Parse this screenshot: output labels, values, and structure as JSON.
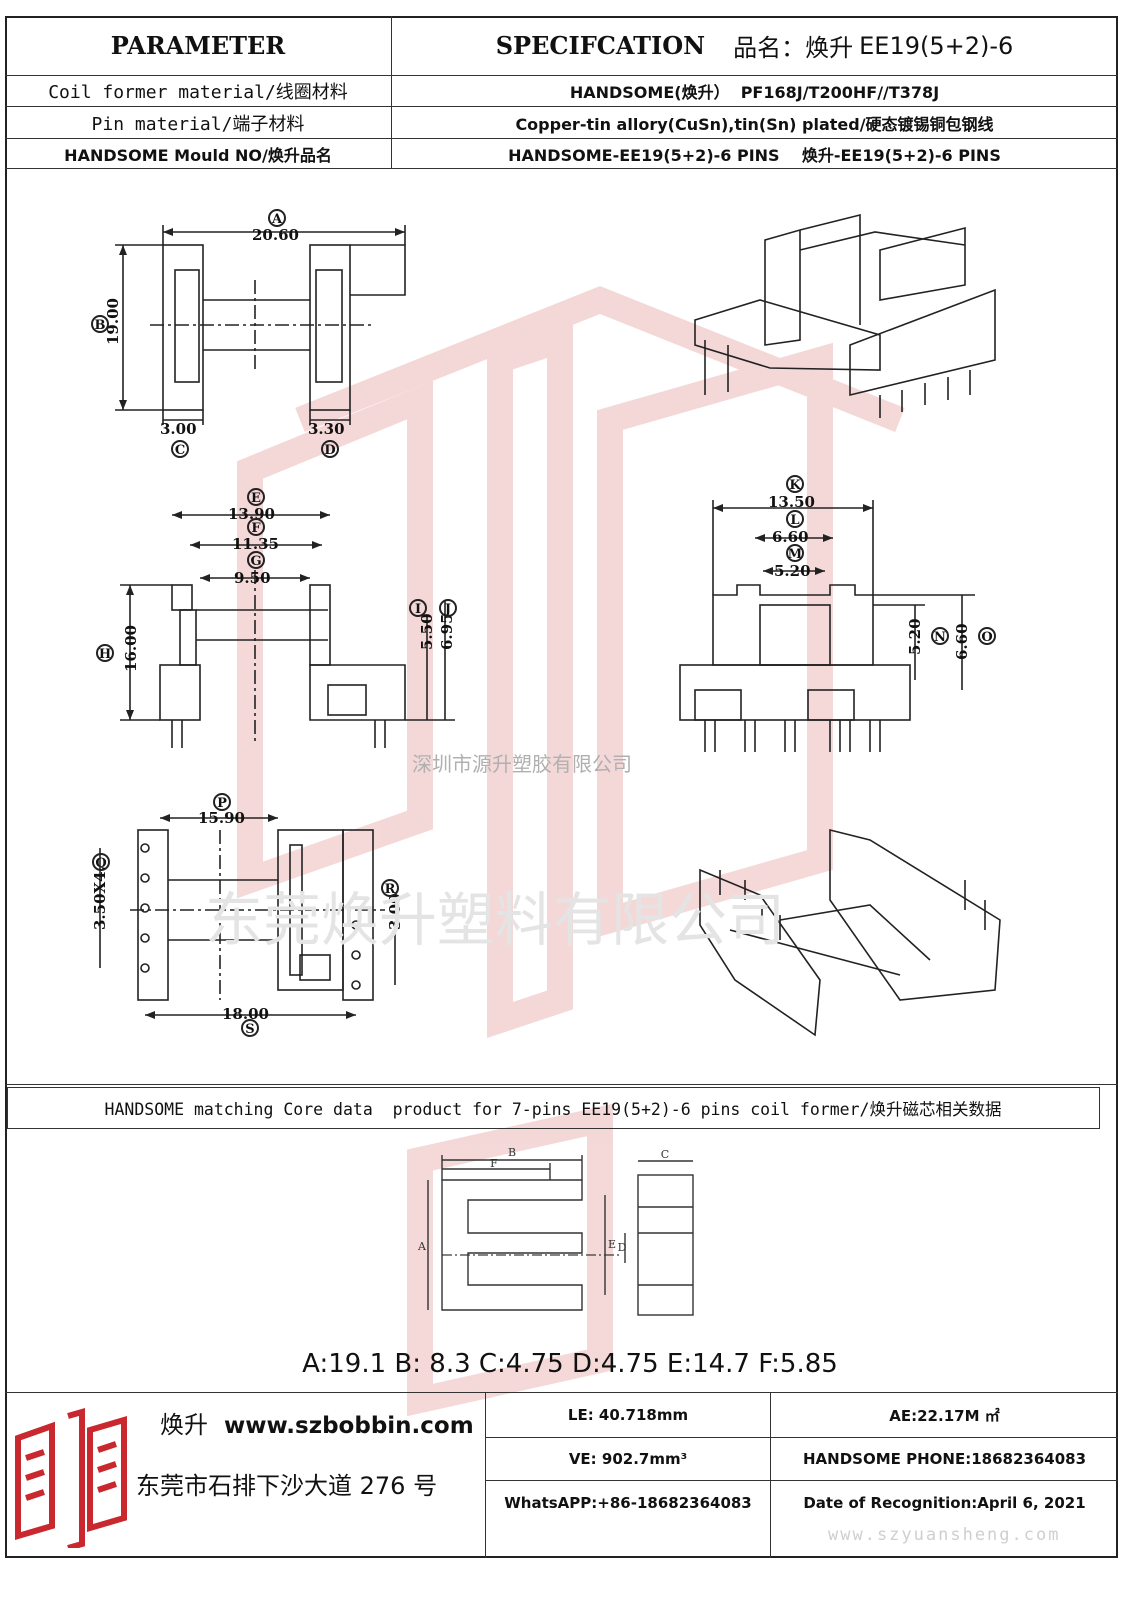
{
  "header": {
    "parameter": "PARAMETER",
    "specification": "SPECIFCATION",
    "product_name_label": "品名：焕升",
    "product_model": "EE19(5+2)-6"
  },
  "params": [
    {
      "label": "Coil former material/线圈材料",
      "value": "HANDSOME(焕升）  PF168J/T200HF//T378J"
    },
    {
      "label": "Pin material/端子材料",
      "value": "Copper-tin allory(CuSn),tin(Sn) plated/硬态镀锡铜包钢线"
    },
    {
      "label": "HANDSOME Mould NO/焕升品名",
      "value": "HANDSOME-EE19(5+2)-6 PINS    焕升-EE19(5+2)-6 PINS"
    }
  ],
  "drawing": {
    "watermark_company_small": "深圳市源升塑胶有限公司",
    "watermark_company_large": "东莞焕升塑料有限公司",
    "top_view": {
      "A": "20.60",
      "B": "19.00",
      "C": "3.00",
      "D": "3.30"
    },
    "side_view": {
      "E": "13.90",
      "F": "11.35",
      "G": "9.50",
      "H": "16.00",
      "I": "5.50",
      "J": "6.95"
    },
    "front_view": {
      "K": "13.50",
      "L": "6.60",
      "M": "5.20",
      "N": "5.20",
      "O": "6.60"
    },
    "bottom_view": {
      "P": "15.90",
      "Q": "3.50X4",
      "R": "3.00",
      "S": "18.00"
    },
    "letters": [
      "A",
      "B",
      "C",
      "D",
      "E",
      "F",
      "G",
      "H",
      "I",
      "J",
      "K",
      "L",
      "M",
      "N",
      "O",
      "P",
      "Q",
      "R",
      "S"
    ]
  },
  "core_section": {
    "title": "HANDSOME matching Core data  product for 7-pins EE19(5+2)-6 pins coil former/焕升磁芯相关数据",
    "labels": {
      "A": "A",
      "B": "B",
      "C": "C",
      "D": "D",
      "E": "E",
      "F": "F"
    },
    "dimensions": "A:19.1 B: 8.3 C:4.75 D:4.75 E:14.7 F:5.85"
  },
  "footer": {
    "brand": "焕升",
    "website": "www.szbobbin.com",
    "address": "东莞市石排下沙大道 276 号",
    "le": "LE: 40.718mm",
    "ae": "AE:22.17M ㎡",
    "ve": "VE: 902.7mm³",
    "phone": "HANDSOME PHONE:18682364083",
    "whatsapp": "WhatsAPP:+86-18682364083",
    "date": "Date of Recognition:April 6, 2021",
    "site_watermark": "www.szyuansheng.com"
  },
  "colors": {
    "line": "#333333",
    "watermark_red": "#e8b4b4",
    "logo_red": "#c8282e"
  }
}
